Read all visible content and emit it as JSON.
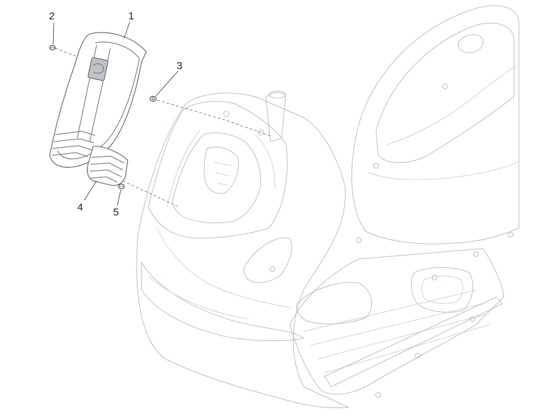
{
  "callouts": [
    {
      "label": "1"
    },
    {
      "label": "2"
    },
    {
      "label": "3"
    },
    {
      "label": "4"
    },
    {
      "label": "5"
    }
  ],
  "colors": {
    "scooter_outline": "#b9bec5",
    "part_outline": "#5c6066",
    "label_text": "#222222"
  }
}
